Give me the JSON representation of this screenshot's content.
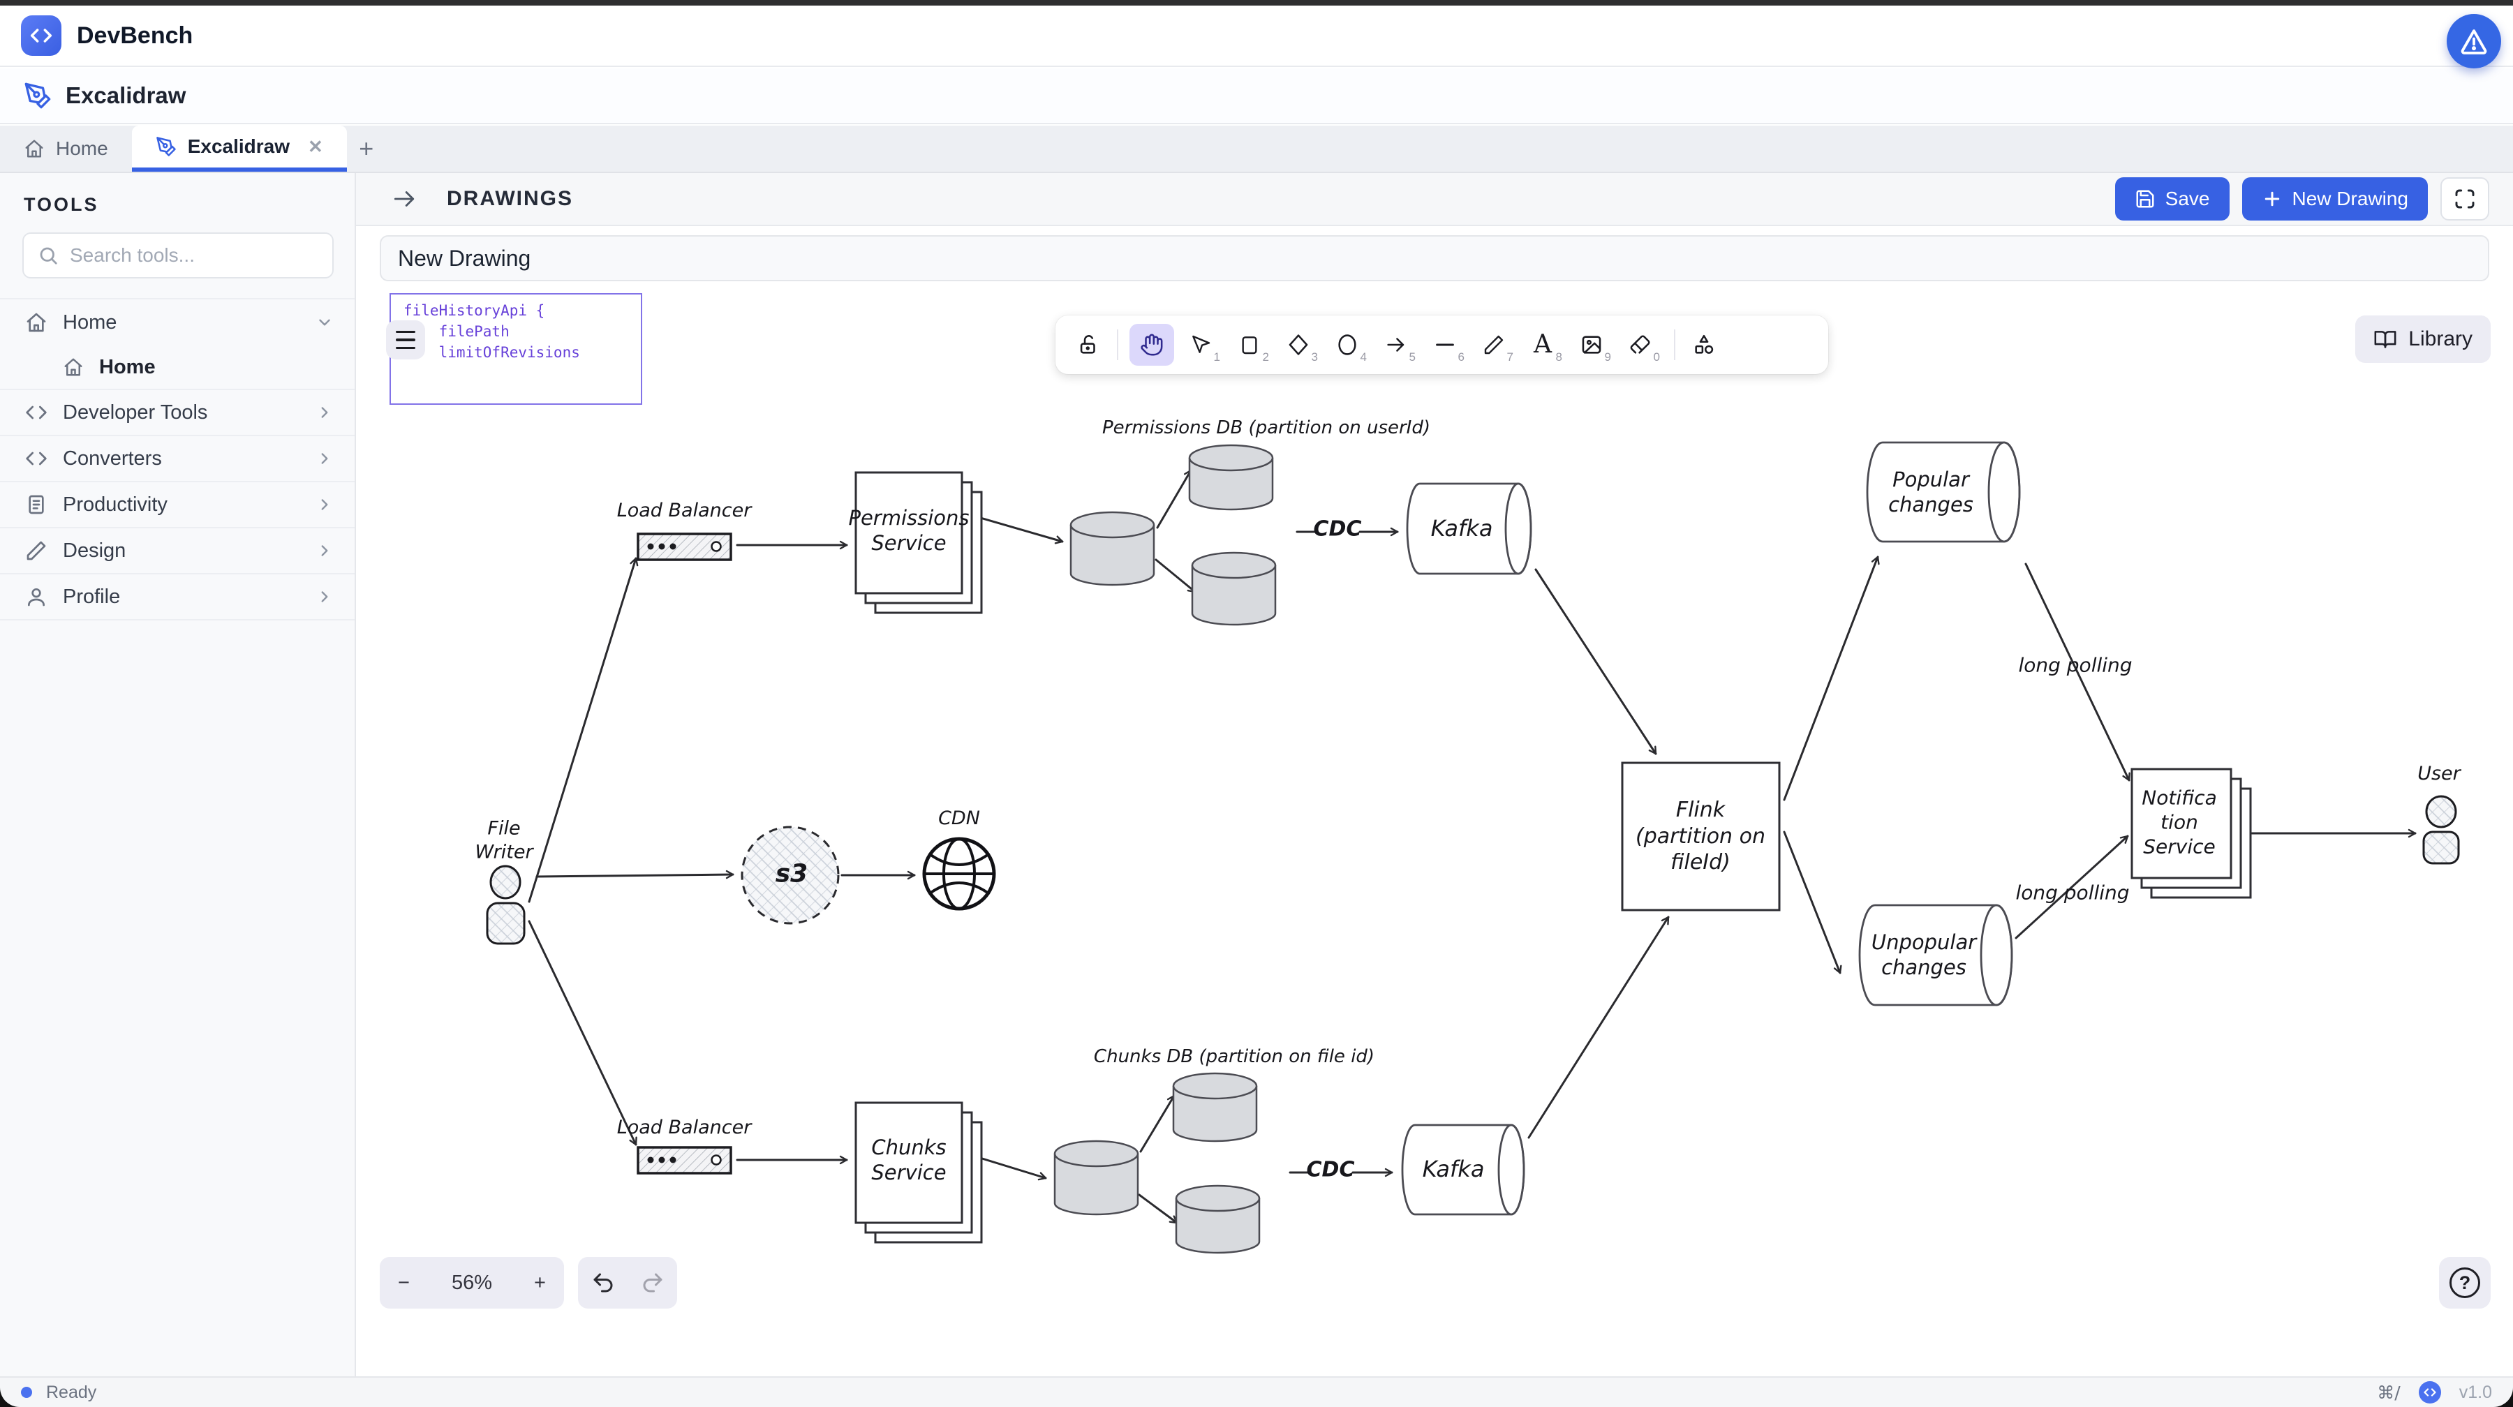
{
  "colors": {
    "accent": "#3761e3",
    "selection": "#8273e8",
    "code_text": "#6741d9",
    "island_gray": "#ececf4",
    "cylinder_fill": "#d8dade",
    "ink": "#2a2a2e"
  },
  "chrome": {
    "app_title": "DevBench",
    "page_title": "Excalidraw",
    "tabs": [
      {
        "label": "Home",
        "active": false
      },
      {
        "label": "Excalidraw",
        "active": true
      }
    ]
  },
  "glyphs": {
    "close": "✕",
    "new_tab": "+",
    "minus": "−",
    "plus": "+",
    "text_tool": "A",
    "help": "?"
  },
  "sidebar": {
    "heading": "TOOLS",
    "search_placeholder": "Search tools...",
    "items": [
      {
        "label": "Home"
      },
      {
        "label": "Home"
      },
      {
        "label": "Developer Tools"
      },
      {
        "label": "Converters"
      },
      {
        "label": "Productivity"
      },
      {
        "label": "Design"
      },
      {
        "label": "Profile"
      }
    ]
  },
  "drawings": {
    "heading": "DRAWINGS",
    "save_label": "Save",
    "new_label": "New Drawing"
  },
  "title_input": {
    "value": "New Drawing"
  },
  "excalidraw": {
    "library_label": "Library",
    "zoom_level": "56%",
    "code_block": "fileHistoryApi {\n    filePath\n    limitOfRevisions",
    "tools": [
      {
        "name": "lock",
        "shortcut": ""
      },
      {
        "name": "hand",
        "shortcut": "",
        "active": true
      },
      {
        "name": "selection",
        "shortcut": "1"
      },
      {
        "name": "rectangle",
        "shortcut": "2"
      },
      {
        "name": "diamond",
        "shortcut": "3"
      },
      {
        "name": "ellipse",
        "shortcut": "4"
      },
      {
        "name": "arrow",
        "shortcut": "5"
      },
      {
        "name": "line",
        "shortcut": "6"
      },
      {
        "name": "draw",
        "shortcut": "7"
      },
      {
        "name": "text",
        "shortcut": "8"
      },
      {
        "name": "image",
        "shortcut": "9"
      },
      {
        "name": "eraser",
        "shortcut": "0"
      },
      {
        "name": "shapes",
        "shortcut": ""
      }
    ]
  },
  "status": {
    "ready": "Ready",
    "shortcut": "⌘/",
    "version": "v1.0"
  },
  "diagram": {
    "file_writer": "File\nWriter",
    "load_balancer_top": "Load Balancer",
    "load_balancer_bottom": "Load Balancer",
    "permissions_service": "Permissions\nService",
    "chunks_service": "Chunks\nService",
    "permissions_db_caption": "Permissions DB (partition on userId)",
    "chunks_db_caption": "Chunks DB (partition on file id)",
    "cdc_top": "CDC",
    "cdc_bottom": "CDC",
    "kafka_top": "Kafka",
    "kafka_bottom": "Kafka",
    "s3": "s3",
    "cdn": "CDN",
    "flink": "Flink\n(partition on\nfileId)",
    "popular": "Popular\nchanges",
    "unpopular": "Unpopular\nchanges",
    "long_polling_top": "long polling",
    "long_polling_bottom": "long polling",
    "notification_service": "Notifica\ntion\nService",
    "user": "User"
  }
}
